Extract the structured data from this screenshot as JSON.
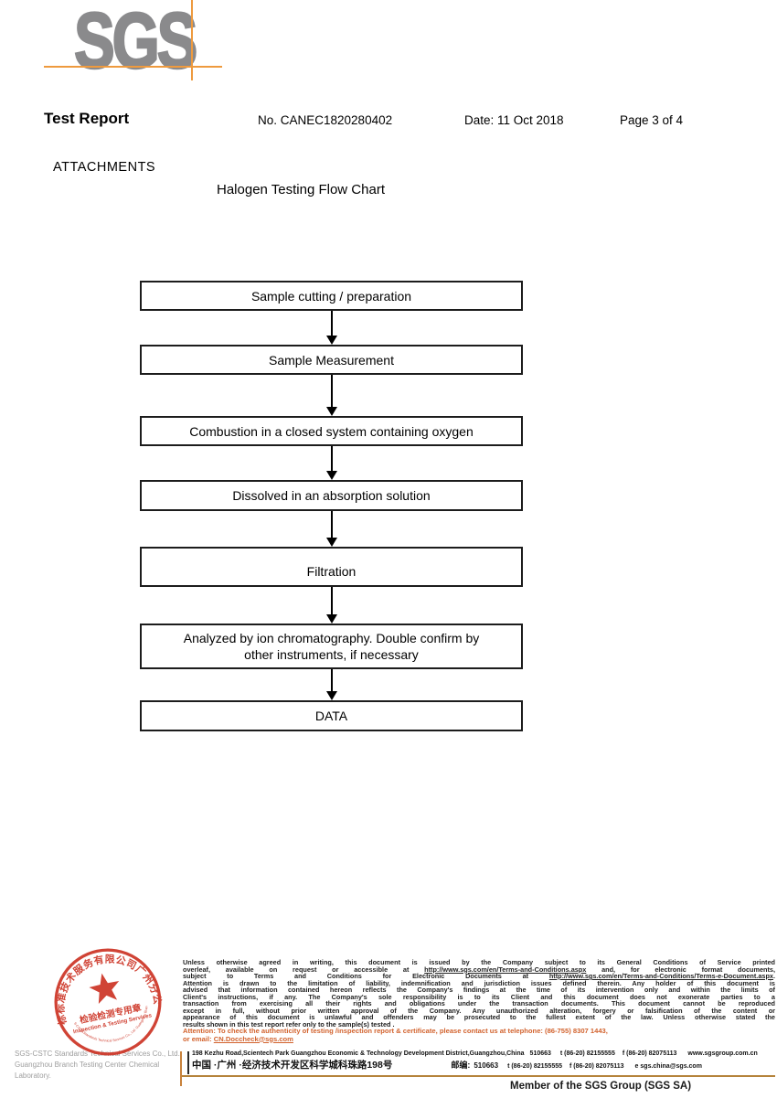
{
  "logo": {
    "text": "SGS"
  },
  "header": {
    "title": "Test Report",
    "report_no": "No. CANEC1820280402",
    "date": "Date: 11 Oct 2018",
    "page": "Page 3 of 4"
  },
  "attachments": {
    "label": "ATTACHMENTS",
    "chart_title": "Halogen Testing Flow Chart"
  },
  "flowchart": {
    "steps": [
      {
        "label": "Sample cutting / preparation"
      },
      {
        "label": "Sample Measurement"
      },
      {
        "label": "Combustion in a closed system containing oxygen"
      },
      {
        "label": "Dissolved in an absorption solution"
      },
      {
        "label": "Filtration"
      },
      {
        "label": "Analyzed by ion chromatography. Double confirm by other instruments, if necessary"
      },
      {
        "label": "DATA"
      }
    ]
  },
  "stamp": {
    "ring_text": "通标标准技术服务有限公司广州分公司",
    "inner_arc_text": "SGS-CSTC Standards Technical Services Co., Ltd. Guangzhou Branch",
    "title_cn": "检验检测专用章",
    "subtitle_en": "Inspection & Testing Services"
  },
  "company": {
    "line1": "SGS-CSTC Standards Technical Services Co., Ltd.",
    "line2": "Guangzhou Branch Testing Center Chemical Laboratory."
  },
  "footer": {
    "disclaimer_lines": [
      [
        {
          "t": "Unless otherwise agreed in writing, this document is issued by the Company subject to its General Conditions of Service printed"
        }
      ],
      [
        {
          "t": "overleaf, available on request or accessible at "
        },
        {
          "t": "http://www.sgs.com/en/Terms-and-Conditions.aspx",
          "u": true
        },
        {
          "t": " and, for electronic format documents,"
        }
      ],
      [
        {
          "t": "subject to Terms and Conditions for Electronic Documents at "
        },
        {
          "t": "http://www.sgs.com/en/Terms-and-Conditions/Terms-e-Document.aspx",
          "u": true
        },
        {
          "t": "."
        }
      ],
      [
        {
          "t": "Attention is drawn to the limitation of liability, indemnification and jurisdiction issues defined therein. Any holder of this document is"
        }
      ],
      [
        {
          "t": "advised that information contained hereon reflects the Company's findings at the time of its intervention only and within the limits of"
        }
      ],
      [
        {
          "t": "Client's instructions, if any. The Company's sole responsibility is to its Client and this document does not exonerate parties to a"
        }
      ],
      [
        {
          "t": "transaction from exercising all their rights and obligations under the transaction documents. This document cannot be reproduced"
        }
      ],
      [
        {
          "t": "except in full, without prior written approval of the Company. Any unauthorized alteration, forgery or falsification of the content or"
        }
      ],
      [
        {
          "t": "appearance of this document is unlawful and offenders may be prosecuted to the fullest extent of the law. Unless otherwise stated the"
        }
      ],
      [
        {
          "t": "results shown in this test report refer only to the sample(s) tested ."
        }
      ]
    ],
    "attention_line1": "Attention: To check the authenticity of testing /inspection report & certificate, please contact us at telephone: (86-755) 8307 1443,",
    "attention_email_prefix": "or email: ",
    "attention_email": "CN.Doccheck@sgs.com",
    "address_en": "198 Kezhu Road,Scientech Park Guangzhou Economic & Technology Development District,Guangzhou,China",
    "postal": "510663",
    "tel": "t (86-20) 82155555",
    "fax": "f (86-20) 82075113",
    "web": "www.sgsgroup.com.cn",
    "address_cn": "中国 ·广州 ·经济技术开发区科学城科珠路198号",
    "postal_label_cn": "邮编:",
    "email_prefix": "e",
    "email": "sgs.china@sgs.com",
    "member": "Member of the SGS Group (SGS SA)"
  },
  "colors": {
    "logo_gray": "#8a8a8c",
    "accent_orange": "#ee9a3e",
    "rule_tan": "#b5833b",
    "stamp_red": "#cd3526",
    "attention_orange": "#d2622d"
  }
}
